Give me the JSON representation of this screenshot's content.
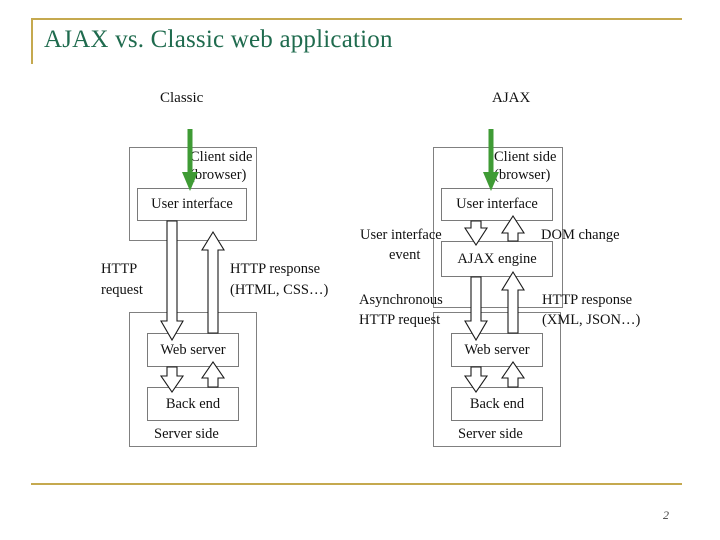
{
  "slide": {
    "title": "AJAX vs. Classic web application",
    "page_number": "2",
    "accent_color": "#c5a94f",
    "title_color": "#1f6b4e",
    "green_arrow_color": "#3f9b35"
  },
  "columns": {
    "left_heading": "Classic",
    "right_heading": "AJAX"
  },
  "classic": {
    "client_zone_label_line1": "Client side",
    "client_zone_label_line2": "(browser)",
    "user_interface": "User interface",
    "server_zone_label": "Server side",
    "web_server": "Web server",
    "back_end": "Back end",
    "flow_down_line1": "HTTP",
    "flow_down_line2": "request",
    "flow_up_line1": "HTTP response",
    "flow_up_line2": "(HTML, CSS…)"
  },
  "ajax": {
    "client_zone_label_line1": "Client side",
    "client_zone_label_line2": "(browser)",
    "user_interface": "User interface",
    "ajax_engine": "AJAX engine",
    "server_zone_label": "Server side",
    "web_server": "Web server",
    "back_end": "Back end",
    "ui_event_line1": "User interface",
    "ui_event_line2": "event",
    "dom_change": "DOM change",
    "async_request_line1": "Asynchronous",
    "async_request_line2": "HTTP request",
    "http_response_line1": "HTTP response",
    "http_response_line2": "(XML, JSON…)"
  }
}
